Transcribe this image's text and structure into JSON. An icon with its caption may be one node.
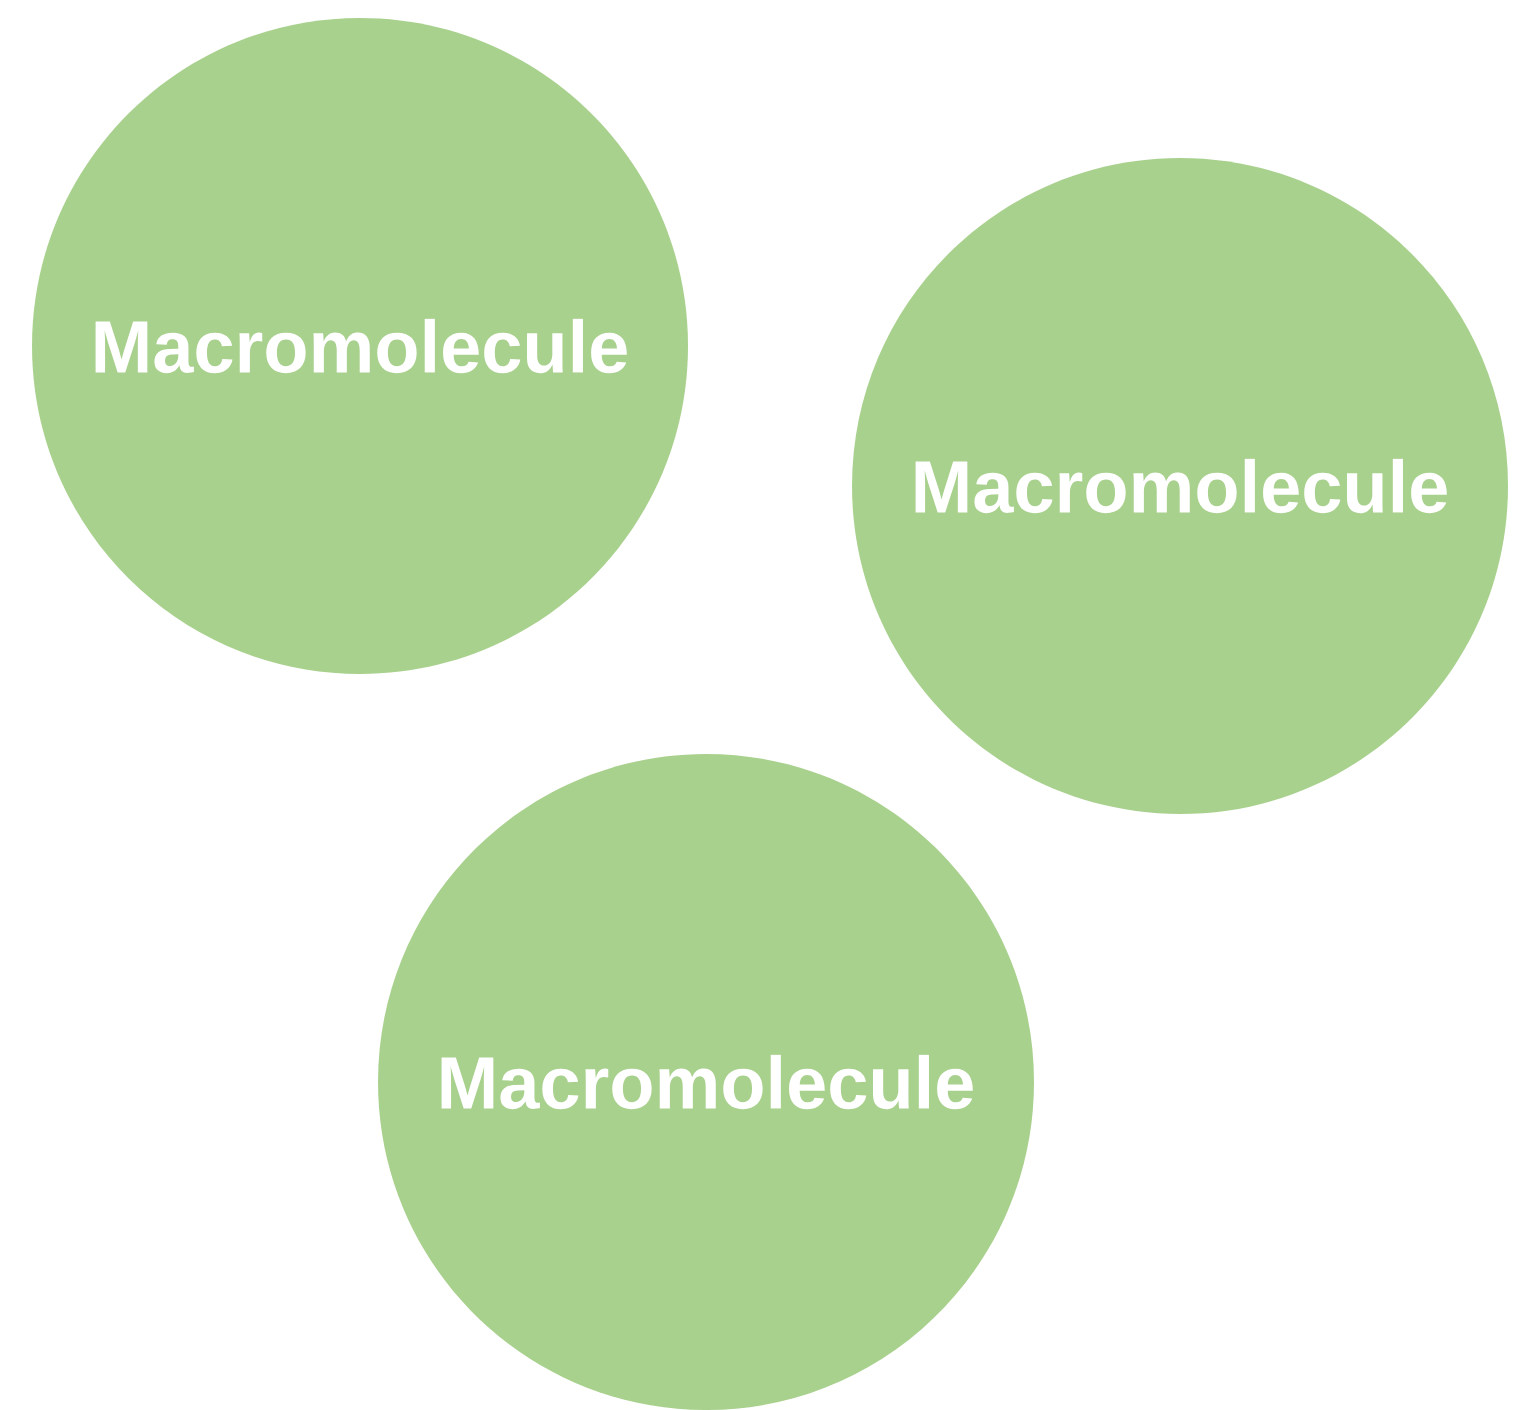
{
  "diagram": {
    "nodes": [
      {
        "text": [
          "Macromolecule"
        ]
      },
      {
        "text": [
          "Macromolecule"
        ]
      },
      {
        "text": [
          "Macromolecule"
        ]
      }
    ]
  }
}
